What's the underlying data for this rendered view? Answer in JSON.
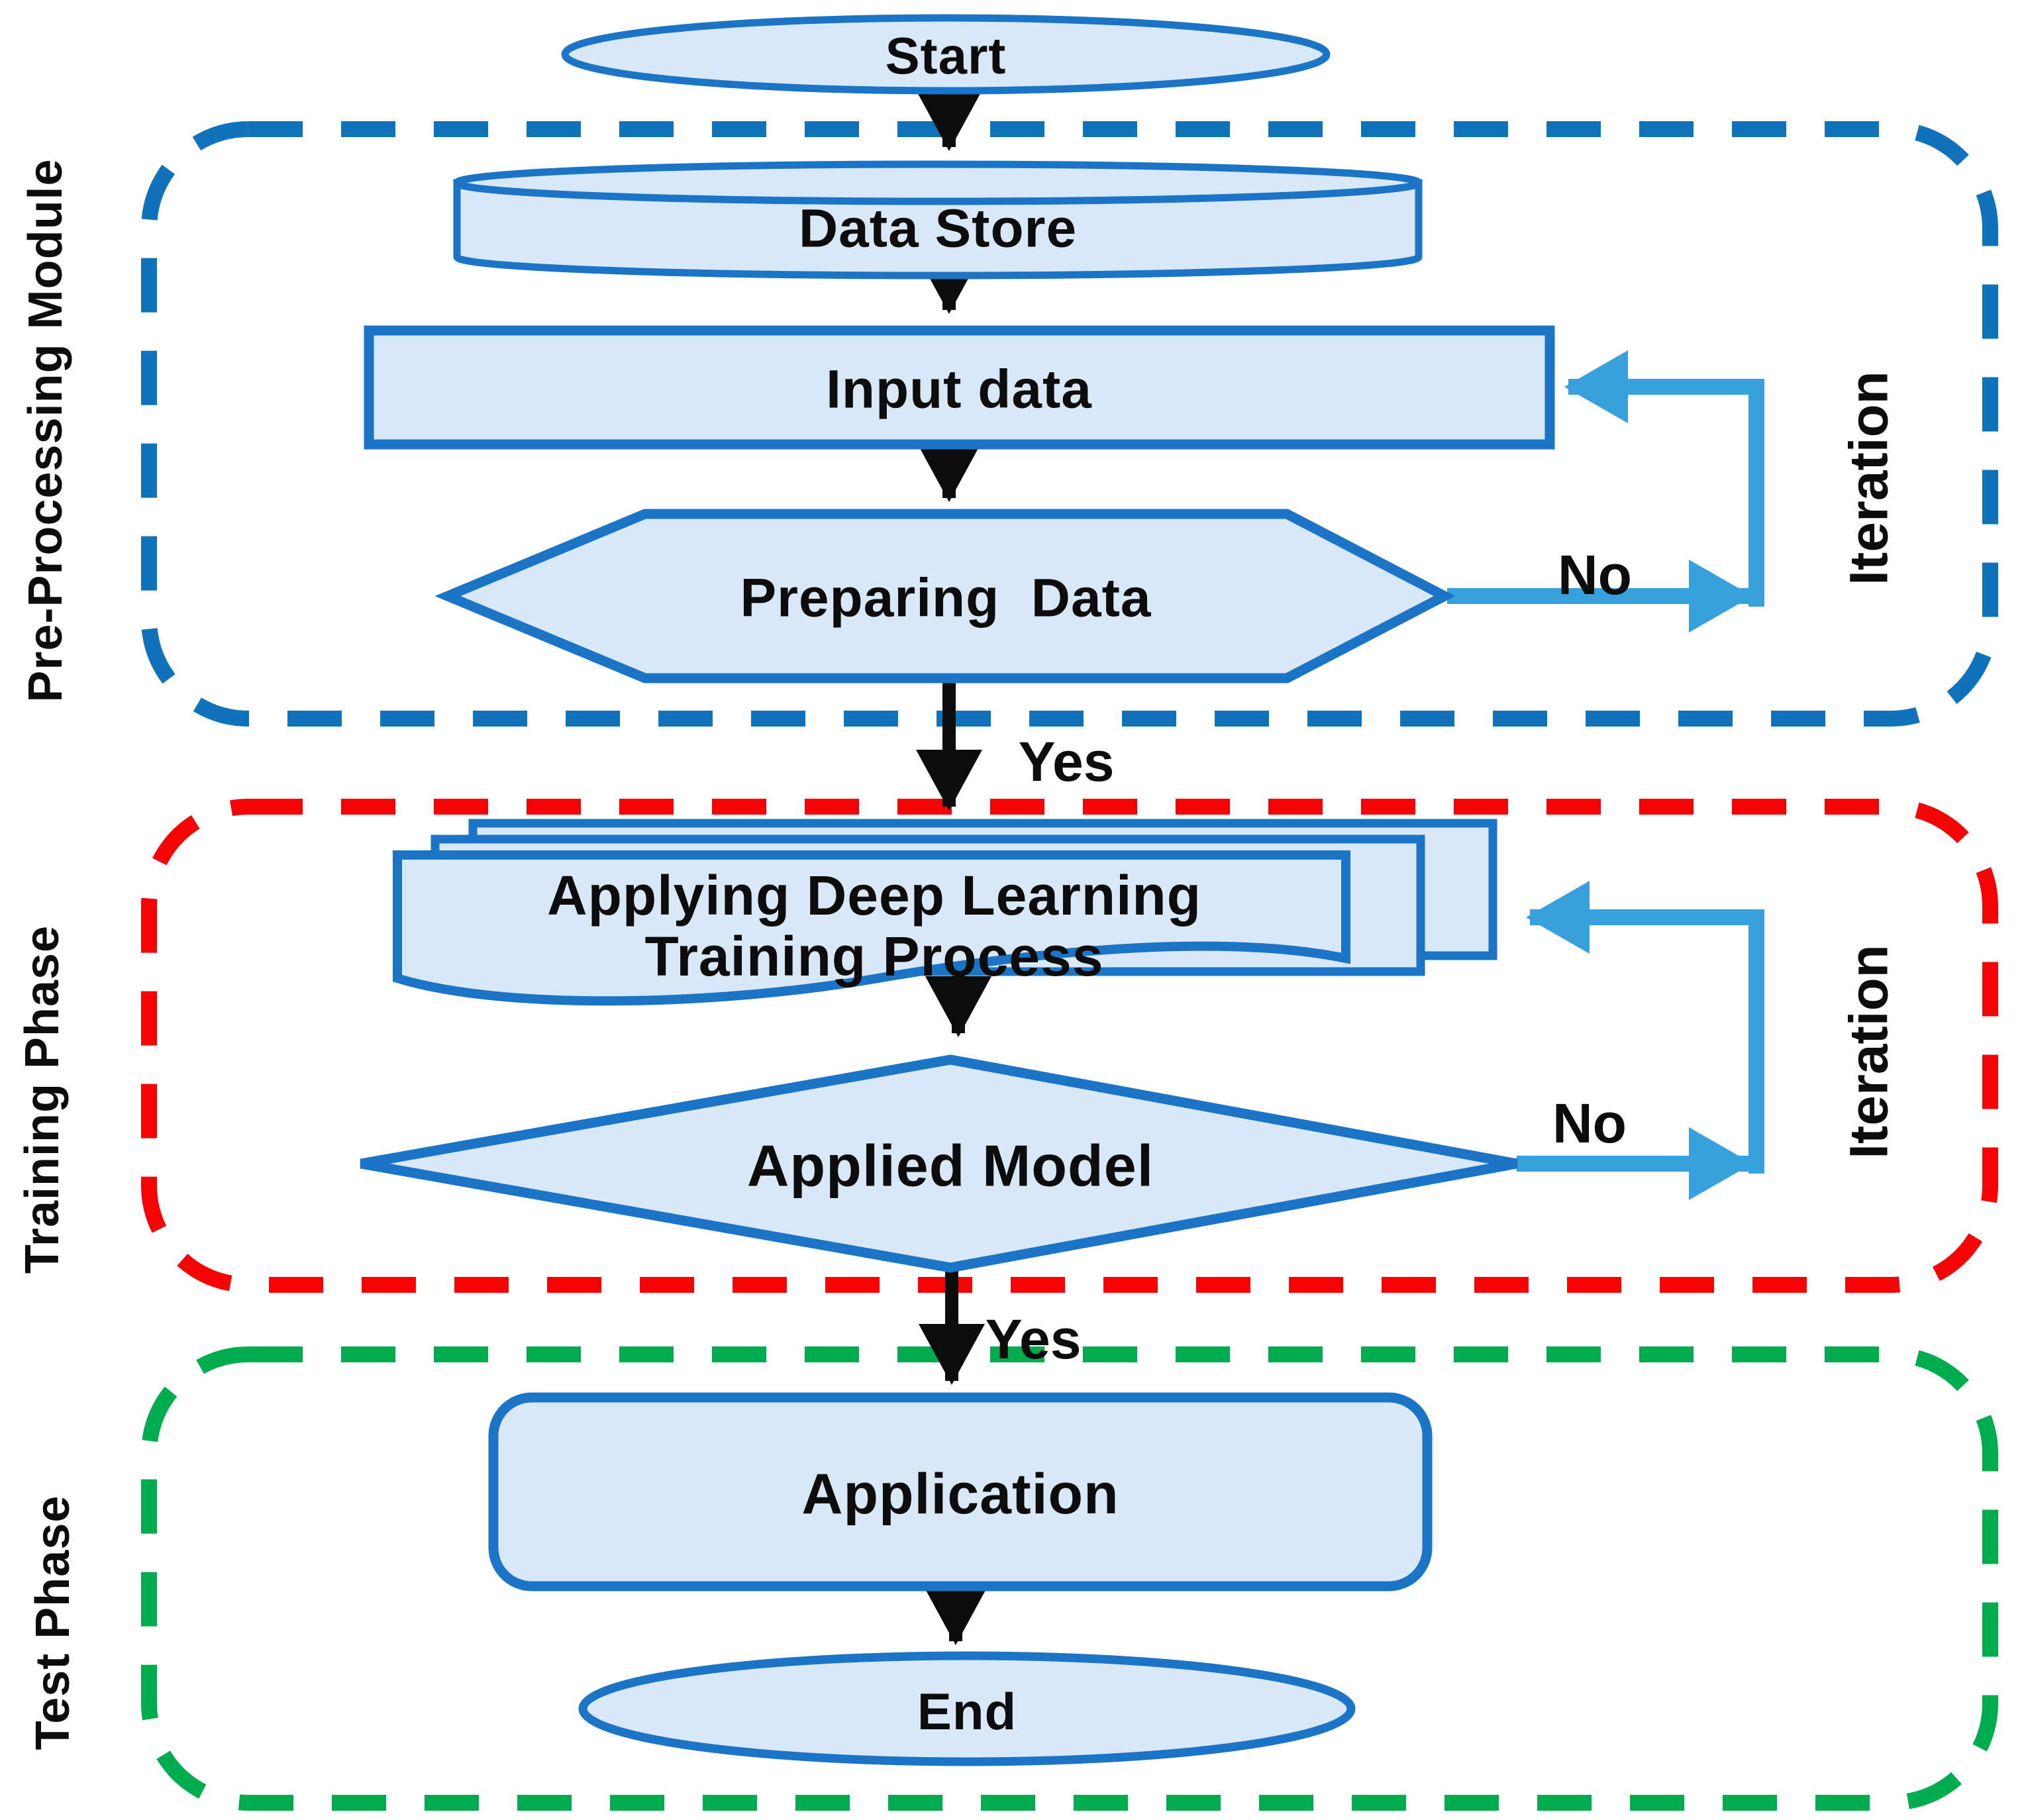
{
  "figure": {
    "type": "flowchart",
    "sections": {
      "preprocessing": {
        "label": "Pre-Processing Module",
        "color": "#0f72bb"
      },
      "training": {
        "label": "Training Phase",
        "color": "#f40404"
      },
      "test": {
        "label": "Test Phase",
        "color": "#00ac4e"
      }
    },
    "nodes": {
      "start": {
        "label": "Start",
        "shape": "terminator-ellipse"
      },
      "data_store": {
        "label": "Data Store",
        "shape": "data-store-cylinder"
      },
      "input_data": {
        "label": "Input data",
        "shape": "process-rectangle"
      },
      "preparing_data": {
        "label": "Preparing  Data",
        "shape": "preparation-hexagon"
      },
      "training_process": {
        "label_line1": "Applying Deep Learning",
        "label_line2": "Training Process",
        "shape": "stacked-documents"
      },
      "applied_model": {
        "label": "Applied Model",
        "shape": "decision-diamond"
      },
      "application": {
        "label": "Application",
        "shape": "rounded-rectangle"
      },
      "end": {
        "label": "End",
        "shape": "terminator-ellipse"
      }
    },
    "edge_labels": {
      "yes1": "Yes",
      "no1": "No",
      "iteration1": "Iteration",
      "yes2": "Yes",
      "no2": "No",
      "iteration2": "Iteration"
    },
    "flow": [
      {
        "from": "start",
        "to": "data_store"
      },
      {
        "from": "data_store",
        "to": "input_data"
      },
      {
        "from": "input_data",
        "to": "preparing_data"
      },
      {
        "from": "preparing_data",
        "to": "input_data",
        "label": "No"
      },
      {
        "from": "preparing_data",
        "to": "training_process",
        "label": "Yes"
      },
      {
        "from": "training_process",
        "to": "applied_model"
      },
      {
        "from": "applied_model",
        "to": "training_process",
        "label": "No"
      },
      {
        "from": "applied_model",
        "to": "application",
        "label": "Yes"
      },
      {
        "from": "application",
        "to": "end"
      }
    ],
    "colors": {
      "node_fill": "#d9e8f6",
      "node_stroke": "#1b74c5",
      "loop_arrow_blue": "#38a0dc",
      "flow_arrow_black": "#0c0c0c",
      "section_blue": "#0f72bb",
      "section_red": "#f40404",
      "section_green": "#00ac4e"
    }
  }
}
